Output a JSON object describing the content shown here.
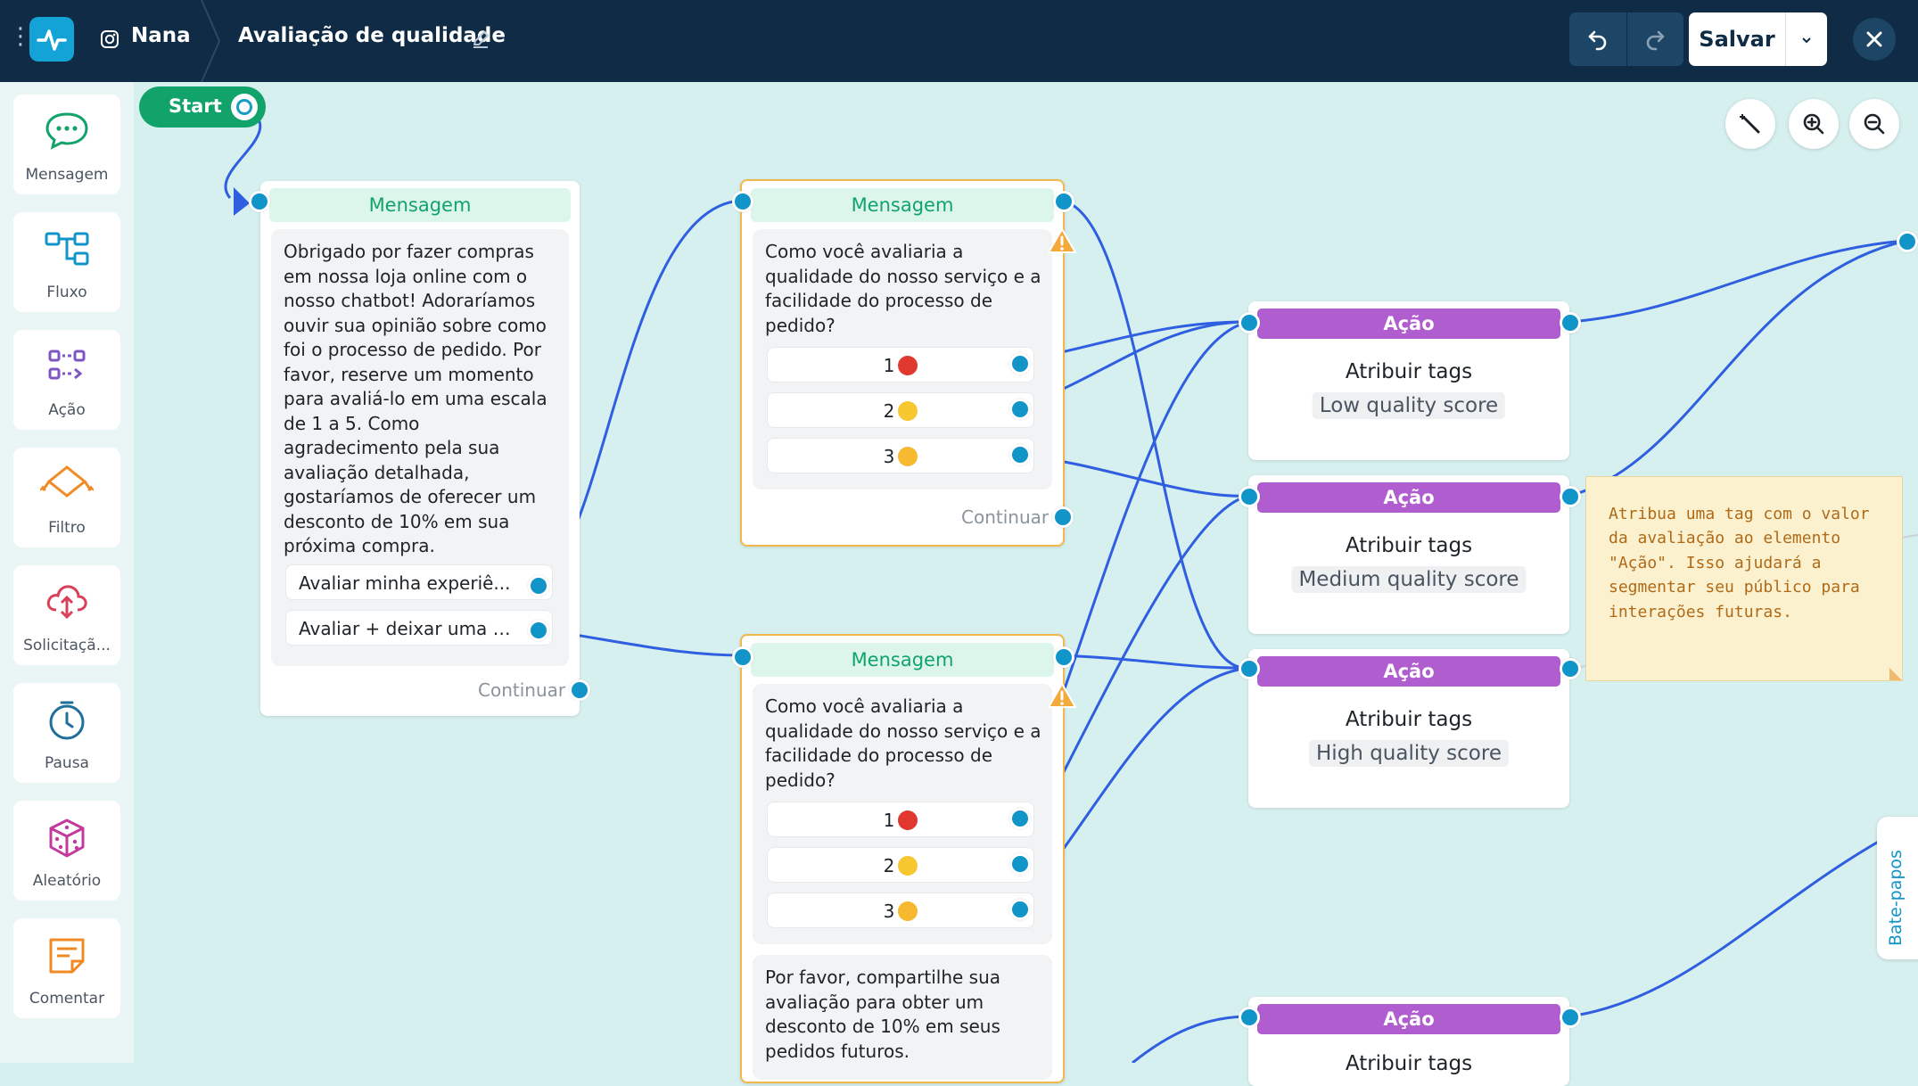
{
  "header": {
    "account_name": "Nana",
    "flow_title": "Avaliação de qualidade",
    "save_label": "Salvar"
  },
  "palette": [
    {
      "label": "Mensagem",
      "icon": "message-icon",
      "color": "#12a36a"
    },
    {
      "label": "Fluxo",
      "icon": "flow-icon",
      "color": "#1195c9"
    },
    {
      "label": "Ação",
      "icon": "action-icon",
      "color": "#7e56c2"
    },
    {
      "label": "Filtro",
      "icon": "filter-icon",
      "color": "#f08a24"
    },
    {
      "label": "Solicitaçã...",
      "icon": "request-cloud-icon",
      "color": "#d9405a"
    },
    {
      "label": "Pausa",
      "icon": "clock-icon",
      "color": "#1f6f9a"
    },
    {
      "label": "Aleatório",
      "icon": "dice-icon",
      "color": "#c23b9c"
    },
    {
      "label": "Comentar",
      "icon": "comment-icon",
      "color": "#f08a24"
    }
  ],
  "start_label": "Start",
  "node1": {
    "title": "Mensagem",
    "text": "Obrigado por fazer compras em nossa loja online com o nosso chatbot! Adoraríamos ouvir sua opinião sobre como foi o processo de pedido. Por favor, reserve um momento para avaliá-lo em uma escala de 1 a 5. Como agradecimento pela sua avaliação detalhada, gostaríamos de oferecer um desconto de 10% em sua próxima compra.",
    "buttons": [
      "Avaliar minha experiê...",
      "Avaliar + deixar uma a..."
    ],
    "continue": "Continuar"
  },
  "node2": {
    "title": "Mensagem",
    "text": "Como você avaliaria a qualidade do nosso serviço e a facilidade do processo de pedido?",
    "buttons": [
      "1",
      "2",
      "3"
    ],
    "continue": "Continuar"
  },
  "node3": {
    "title": "Mensagem",
    "text": "Como você avaliaria a qualidade do nosso serviço e a facilidade do processo de pedido?",
    "buttons": [
      "1",
      "2",
      "3"
    ],
    "text2": "Por favor, compartilhe sua avaliação para obter um desconto de 10% em seus pedidos futuros."
  },
  "actions": [
    {
      "title": "Ação",
      "action": "Atribuir tags",
      "tag": "Low quality score"
    },
    {
      "title": "Ação",
      "action": "Atribuir tags",
      "tag": "Medium quality score"
    },
    {
      "title": "Ação",
      "action": "Atribuir tags",
      "tag": "High quality score"
    },
    {
      "title": "Ação",
      "action": "Atribuir tags"
    }
  ],
  "note": {
    "text": "Atribua uma tag com o valor da avaliação ao elemento \"Ação\". Isso ajudará a segmentar seu público para interações futuras."
  },
  "side_tab": "Bate-papos",
  "colors": {
    "topbar": "#0f2b45",
    "canvas": "#d6f0ef",
    "accent_green": "#12a36a",
    "action_purple": "#b05ecf",
    "wire_blue": "#2f5fe0",
    "port_blue": "#1195c9",
    "warning": "#f3b84a"
  },
  "emojis": [
    "angry-emoji",
    "neutral-emoji",
    "thinking-emoji"
  ]
}
